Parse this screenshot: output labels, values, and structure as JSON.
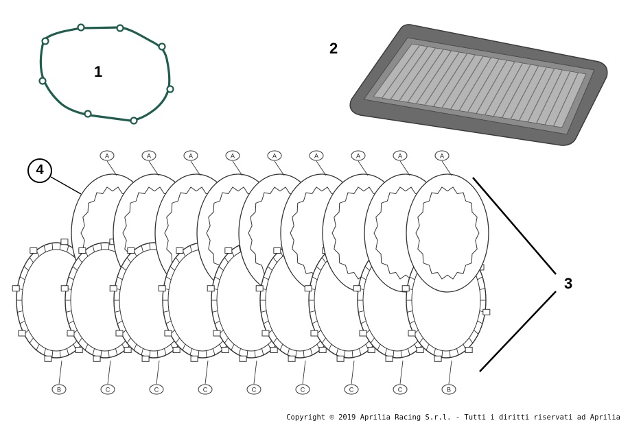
{
  "callouts": {
    "gasket": "1",
    "air_filter": "2",
    "clutch_set": "3",
    "steel_plate": "4"
  },
  "plate_labels": {
    "top": [
      "A",
      "A",
      "A",
      "A",
      "A",
      "A",
      "A",
      "A",
      "A"
    ],
    "bottom": [
      "B",
      "C",
      "C",
      "C",
      "C",
      "C",
      "C",
      "C",
      "B"
    ]
  },
  "colors": {
    "gasket": "#1f5e4e",
    "filter_frame": "#6b6b6b",
    "filter_media": "#b5b5b5",
    "line": "#333333"
  },
  "copyright": "Copyright © 2019 Aprilia Racing S.r.l. - Tutti i diritti riservati ad Aprilia"
}
